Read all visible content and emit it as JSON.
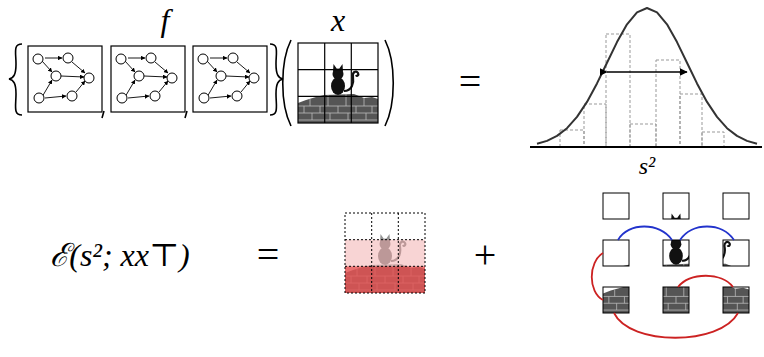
{
  "diagram": {
    "labels": [
      "f",
      "x",
      "=",
      "s²",
      "ℰ(s²; xx⊤)",
      "=",
      "+"
    ]
  }
}
